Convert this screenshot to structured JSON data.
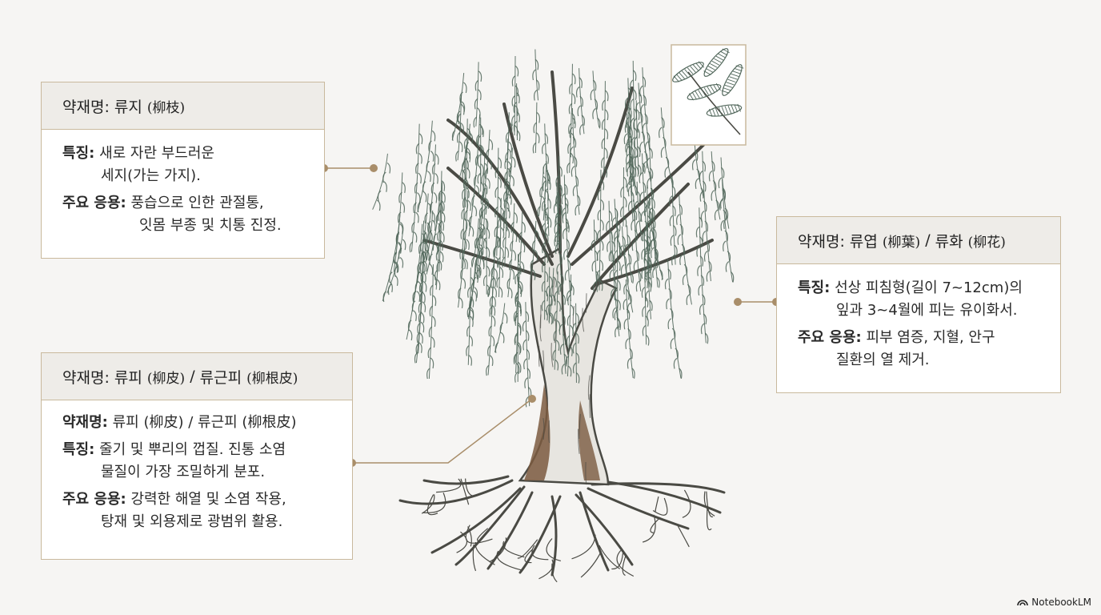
{
  "cards": {
    "twig": {
      "title_name": "약재명: 류지",
      "title_hanja": "(柳枝)",
      "feature_label": "특징:",
      "feature_line1": "새로 자란 부드러운",
      "feature_line2": "세지(가는 가지).",
      "usage_label": "주요 응용:",
      "usage_line1": "풍습으로 인한 관절통,",
      "usage_line2": "잇몸 부종 및 치통 진정."
    },
    "bark": {
      "title_name1": "약재명: 류피",
      "title_hanja1": "(柳皮)",
      "title_sep": "/",
      "title_name2": "류근피",
      "title_hanja2": "(柳根皮)",
      "name_label": "약재명:",
      "name_value": "류피 (柳皮) / 류근피 (柳根皮)",
      "feature_label": "특징:",
      "feature_line1": "줄기 및 뿌리의 껍질. 진통 소염",
      "feature_line2": "물질이 가장 조밀하게 분포.",
      "usage_label": "주요 응용:",
      "usage_line1": "강력한 해열 및 소염 작용,",
      "usage_line2": "탕재 및 외용제로 광범위 활용."
    },
    "leaf": {
      "title_name1": "약재명: 류엽",
      "title_hanja1": "(柳葉)",
      "title_sep": "/",
      "title_name2": "류화",
      "title_hanja2": "(柳花)",
      "feature_label": "특징:",
      "feature_line1": "선상 피침형(길이 7~12cm)의",
      "feature_line2": "잎과 3~4월에 피는 유이화서.",
      "usage_label": "주요 응용:",
      "usage_line1": "피부 염증, 지혈, 안구",
      "usage_line2": "질환의 열 제거."
    }
  },
  "brand": {
    "name": "NotebookLM",
    "icon": "notebooklm-logo-icon"
  },
  "colors": {
    "card_border": "#c9b99d",
    "card_header_bg": "#eeece8",
    "leader_dot": "#a98e6a",
    "foliage": "#51675b",
    "trunk": "#4a4a44",
    "bark_brown": "#7b5a40",
    "background": "#f6f5f3"
  },
  "icons": {
    "catkin": "willow-catkin-icon",
    "tree": "willow-tree-illustration"
  }
}
